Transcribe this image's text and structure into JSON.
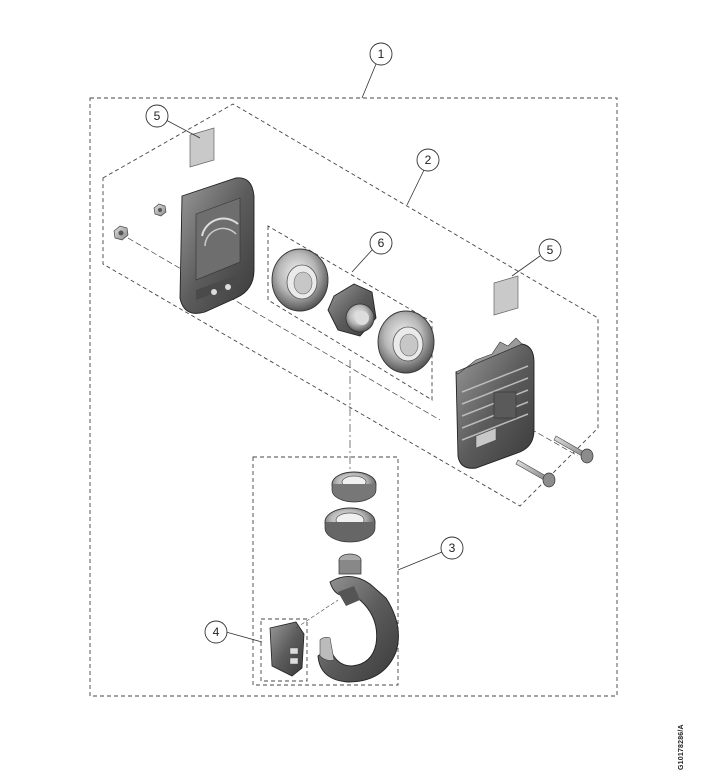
{
  "callouts": {
    "c1": "1",
    "c2": "2",
    "c3": "3",
    "c4": "4",
    "c5a": "5",
    "c5b": "5",
    "c6": "6"
  },
  "document_id": "G10178286/A"
}
